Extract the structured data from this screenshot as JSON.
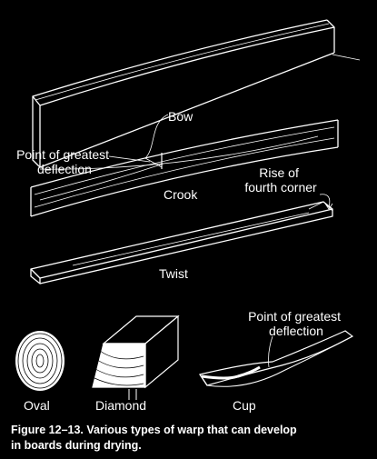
{
  "labels": {
    "bow": "Bow",
    "point_greatest_deflection_1": [
      "Point of greatest",
      "deflection"
    ],
    "crook": "Crook",
    "rise_fourth_corner": [
      "Rise of",
      "fourth corner"
    ],
    "twist": "Twist",
    "point_greatest_deflection_2": [
      "Point of greatest",
      "deflection"
    ],
    "oval": "Oval",
    "diamond": "Diamond",
    "cup": "Cup"
  },
  "caption": [
    "Figure 12–13. Various types of warp that can develop",
    "in boards during drying."
  ],
  "colors": {
    "background": "#000000",
    "ink": "#ffffff"
  }
}
